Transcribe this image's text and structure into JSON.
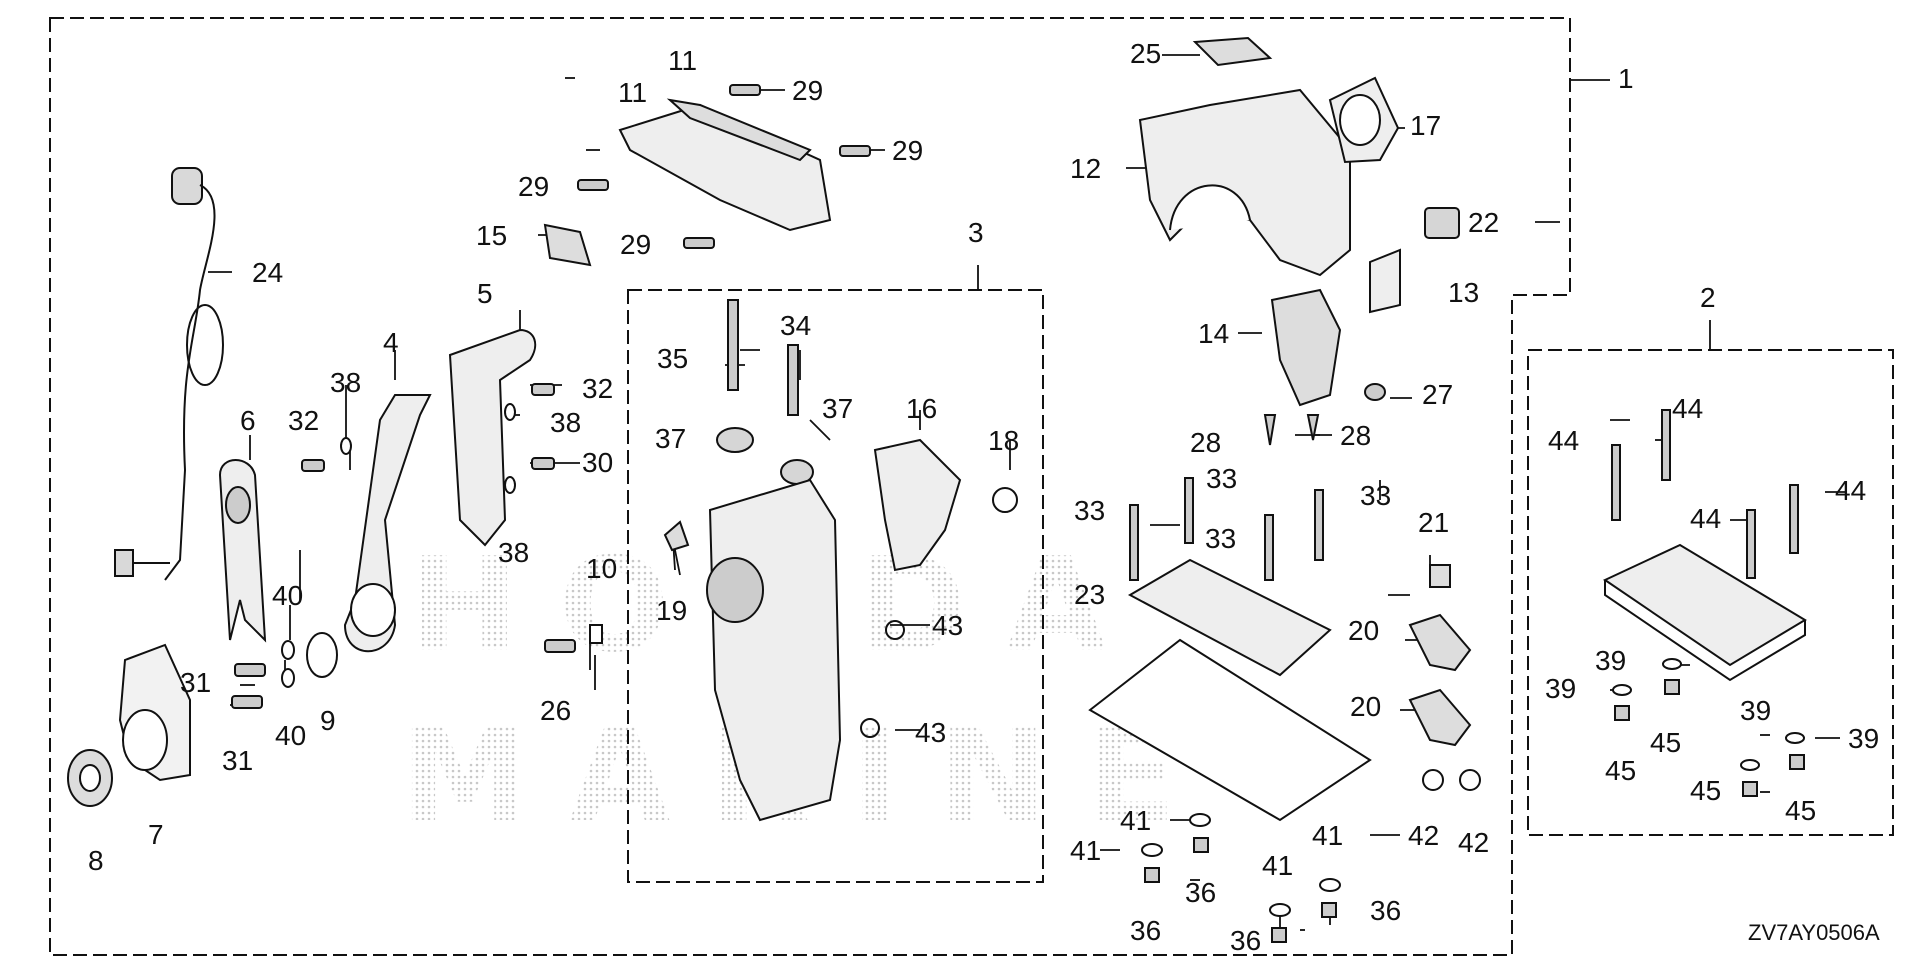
{
  "diagram_code": "ZV7AY0506A",
  "watermark": [
    "HONDA",
    "MARINE"
  ],
  "colors": {
    "line": "#111111",
    "fill": "#ffffff",
    "watermark": "#cfcfcf",
    "shade": "#d9d9d9"
  },
  "callouts": {
    "c1": "1",
    "c2": "2",
    "c3": "3",
    "c4": "4",
    "c5": "5",
    "c6": "6",
    "c7": "7",
    "c8": "8",
    "c9": "9",
    "c10": "10",
    "c11a": "11",
    "c11b": "11",
    "c12": "12",
    "c13": "13",
    "c14": "14",
    "c15": "15",
    "c16": "16",
    "c17": "17",
    "c18": "18",
    "c19": "19",
    "c20a": "20",
    "c20b": "20",
    "c21": "21",
    "c22": "22",
    "c23": "23",
    "c24": "24",
    "c25": "25",
    "c26": "26",
    "c27": "27",
    "c28a": "28",
    "c28b": "28",
    "c29a": "29",
    "c29b": "29",
    "c29c": "29",
    "c29d": "29",
    "c30": "30",
    "c31a": "31",
    "c31b": "31",
    "c32a": "32",
    "c32b": "32",
    "c33a": "33",
    "c33b": "33",
    "c33c": "33",
    "c33d": "33",
    "c34": "34",
    "c35": "35",
    "c36a": "36",
    "c36b": "36",
    "c36c": "36",
    "c36d": "36",
    "c37a": "37",
    "c37b": "37",
    "c38a": "38",
    "c38b": "38",
    "c38c": "38",
    "c39a": "39",
    "c39b": "39",
    "c39c": "39",
    "c39d": "39",
    "c40a": "40",
    "c40b": "40",
    "c41a": "41",
    "c41b": "41",
    "c41c": "41",
    "c41d": "41",
    "c42a": "42",
    "c42b": "42",
    "c43a": "43",
    "c43b": "43",
    "c44a": "44",
    "c44b": "44",
    "c44c": "44",
    "c44d": "44",
    "c45a": "45",
    "c45b": "45",
    "c45c": "45",
    "c45d": "45"
  }
}
